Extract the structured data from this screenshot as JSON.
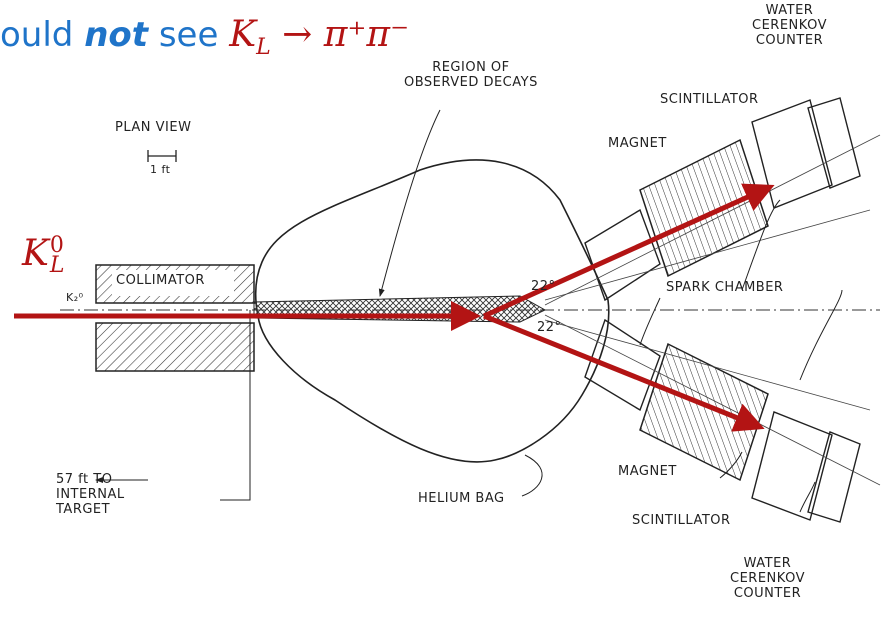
{
  "title": {
    "prefix": "ould ",
    "emphasis": "not",
    "middle": " see ",
    "reaction": "K",
    "reaction_sub": "L",
    "reaction_arrow": " → ",
    "product": "π⁺π⁻"
  },
  "beam_label": {
    "symbol": "K",
    "superscript": "0",
    "subscript": "L"
  },
  "labels": {
    "plan_view": "PLAN VIEW",
    "scale": "1 ft",
    "collimator": "COLLIMATOR",
    "beam_in": "K₂⁰",
    "region_line1": "REGION OF",
    "region_line2": "OBSERVED DECAYS",
    "helium_bag": "HELIUM BAG",
    "target_line1": "57 ft TO",
    "target_line2": "INTERNAL",
    "target_line3": "TARGET",
    "spark_chamber": "SPARK CHAMBER",
    "magnet_top": "MAGNET",
    "magnet_bottom": "MAGNET",
    "scint_top": "SCINTILLATOR",
    "scint_bottom": "SCINTILLATOR",
    "water_top_1": "WATER",
    "water_top_2": "CERENKOV",
    "water_top_3": "COUNTER",
    "water_bot_1": "WATER",
    "water_bot_2": "CERENKOV",
    "water_bot_3": "COUNTER",
    "angle_top": "22°",
    "angle_bottom": "22°"
  },
  "colors": {
    "title_blue": "#1f74c9",
    "accent_red": "#b31414",
    "ink": "#222222"
  }
}
